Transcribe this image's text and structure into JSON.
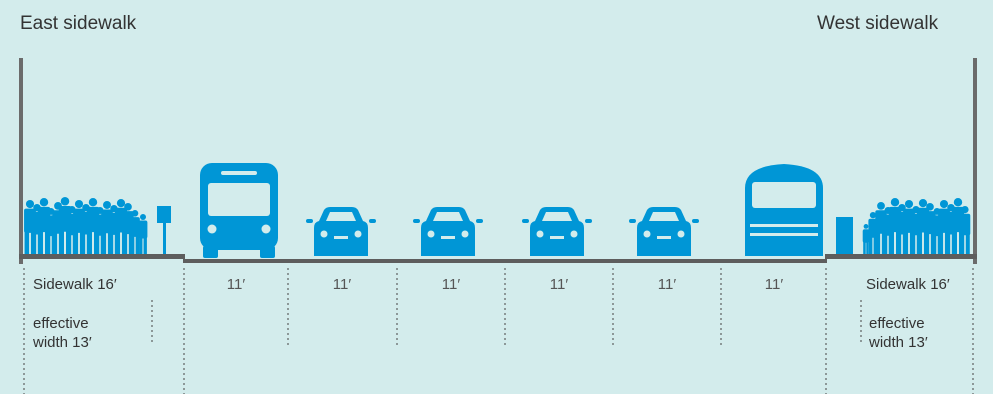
{
  "titles": {
    "east": "East sidewalk",
    "west": "West sidewalk"
  },
  "sidewalks": {
    "east": {
      "label": "Sidewalk 16′",
      "effective_line1": "effective",
      "effective_line2": "width 13′"
    },
    "west": {
      "label": "Sidewalk 16′",
      "effective_line1": "effective",
      "effective_line2": "width 13′"
    }
  },
  "lanes": [
    {
      "width": "11′",
      "vehicle": "bus-front-icon"
    },
    {
      "width": "11′",
      "vehicle": "car-icon"
    },
    {
      "width": "11′",
      "vehicle": "car-icon"
    },
    {
      "width": "11′",
      "vehicle": "car-icon"
    },
    {
      "width": "11′",
      "vehicle": "car-icon"
    },
    {
      "width": "11′",
      "vehicle": "bus-rear-icon"
    }
  ],
  "colors": {
    "background": "#d3ecec",
    "vehicle": "#0096d6",
    "pedestrian": "#0096d6",
    "ground": "#5d5d5d",
    "wall": "#6b6b6b"
  }
}
